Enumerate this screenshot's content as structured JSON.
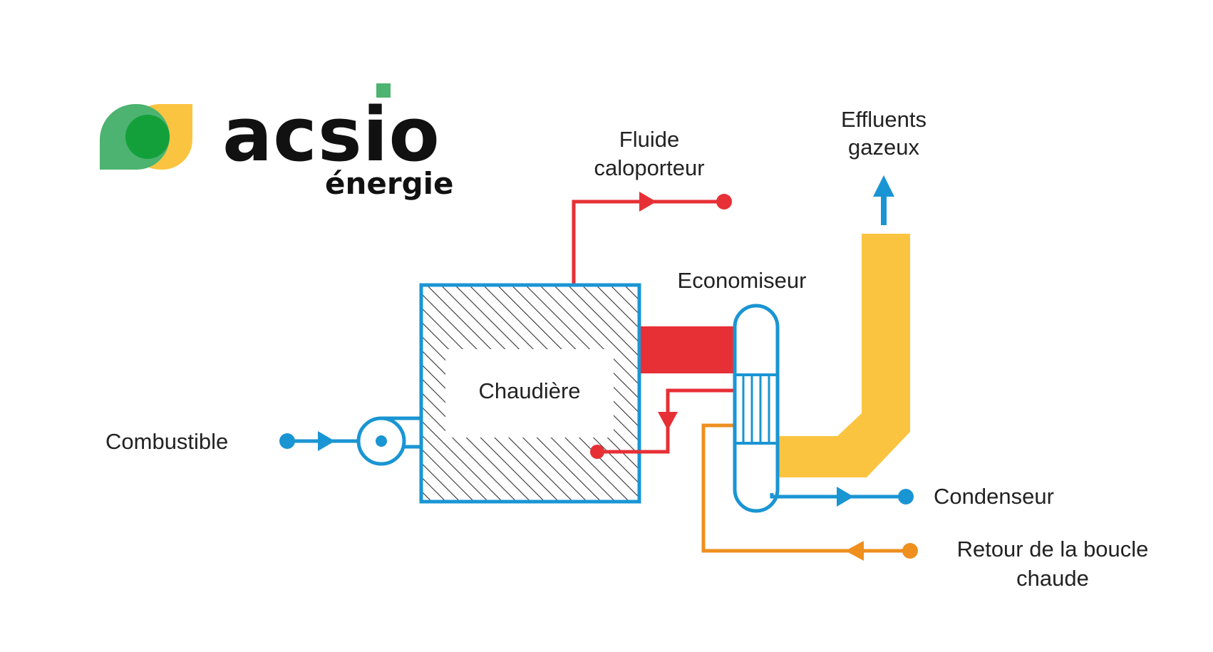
{
  "brand": {
    "name": "acsio",
    "tagline": "énergie"
  },
  "labels": {
    "fluide_line1": "Fluide",
    "fluide_line2": "caloporteur",
    "effluents_line1": "Effluents",
    "effluents_line2": "gazeux",
    "economiseur": "Economiseur",
    "chaudiere": "Chaudière",
    "combustible": "Combustible",
    "condenseur": "Condenseur",
    "retour_line1": "Retour de la boucle",
    "retour_line2": "chaude"
  },
  "colors": {
    "blue": "#1a95d3",
    "red": "#e63036",
    "yellow": "#fbc440",
    "orange": "#ee8f1e",
    "logo_green": "#13a03b",
    "logo_light_green": "#4cb370",
    "logo_yellow": "#fbc440",
    "text": "#222222"
  }
}
